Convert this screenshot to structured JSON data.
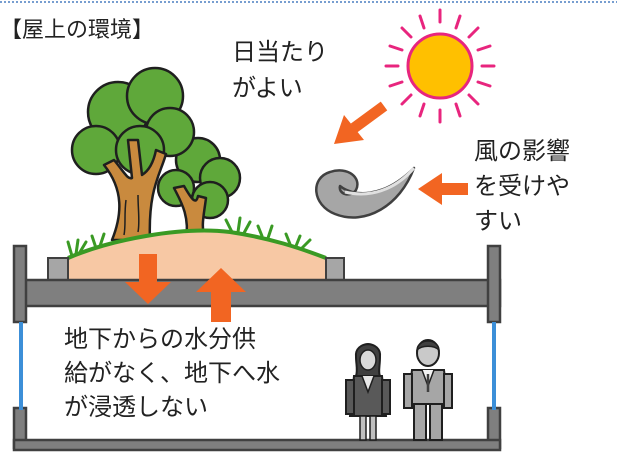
{
  "title": "【屋上の環境】",
  "labels": {
    "sunlight": "日当たり\nがよい",
    "wind": "風の影響\nを受けや\nすい",
    "water": "地下からの水分供\n給がなく、地下へ水\nが浸透しない"
  },
  "colors": {
    "arrow": "#f26522",
    "sun_fill": "#ffc000",
    "sun_rays": "#e8257e",
    "soil": "#f7c8a4",
    "grass": "#3a9a24",
    "slab": "#7f7f7f",
    "outline": "#404040",
    "wall_water": "#3c8fd8",
    "tree_green": "#5fa83a",
    "trunk": "#c98a3e"
  },
  "icons": [
    "sun-icon",
    "wind-icon",
    "tree-icon",
    "person-icon"
  ]
}
